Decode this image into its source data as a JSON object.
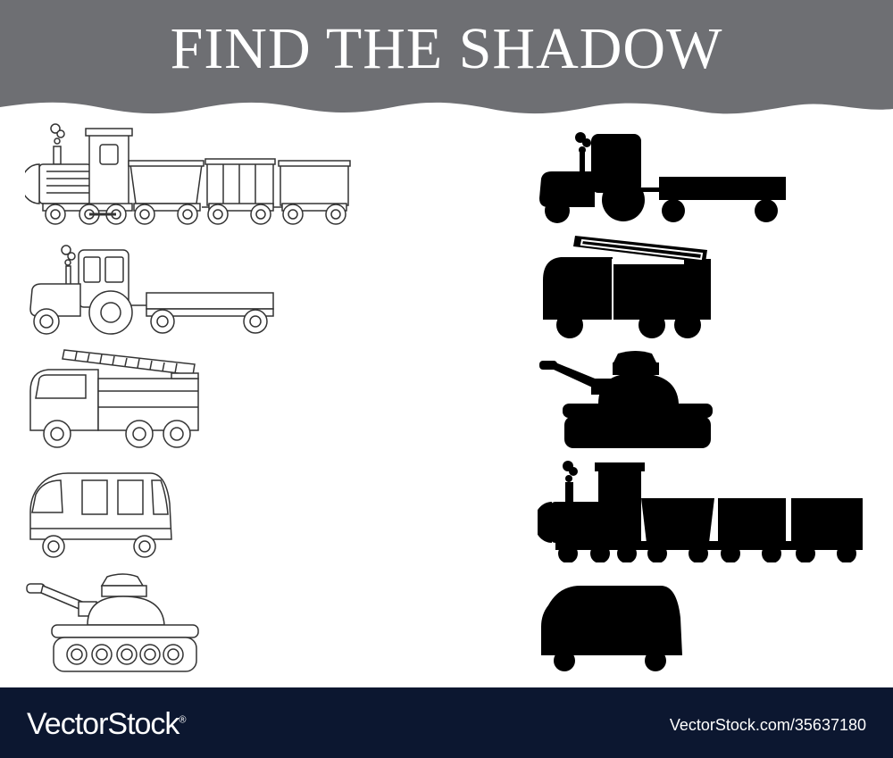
{
  "header": {
    "title": "FIND THE SHADOW",
    "banner_color": "#6e6f73"
  },
  "puzzle": {
    "outline_color": "#333333",
    "shadow_color": "#000000",
    "outlines": [
      {
        "name": "train",
        "icon": "train-outline-icon"
      },
      {
        "name": "tractor",
        "icon": "tractor-outline-icon"
      },
      {
        "name": "fire-truck",
        "icon": "fire-truck-outline-icon"
      },
      {
        "name": "bus",
        "icon": "bus-outline-icon"
      },
      {
        "name": "tank",
        "icon": "tank-outline-icon"
      }
    ],
    "shadows": [
      {
        "name": "tractor",
        "icon": "tractor-shadow-icon"
      },
      {
        "name": "fire-truck",
        "icon": "fire-truck-shadow-icon"
      },
      {
        "name": "tank",
        "icon": "tank-shadow-icon"
      },
      {
        "name": "train",
        "icon": "train-shadow-icon"
      },
      {
        "name": "bus",
        "icon": "bus-shadow-icon"
      }
    ]
  },
  "footer": {
    "brand": "VectorStock",
    "trademark": "®",
    "reference": "VectorStock.com/35637180",
    "background": "#0c1730"
  }
}
